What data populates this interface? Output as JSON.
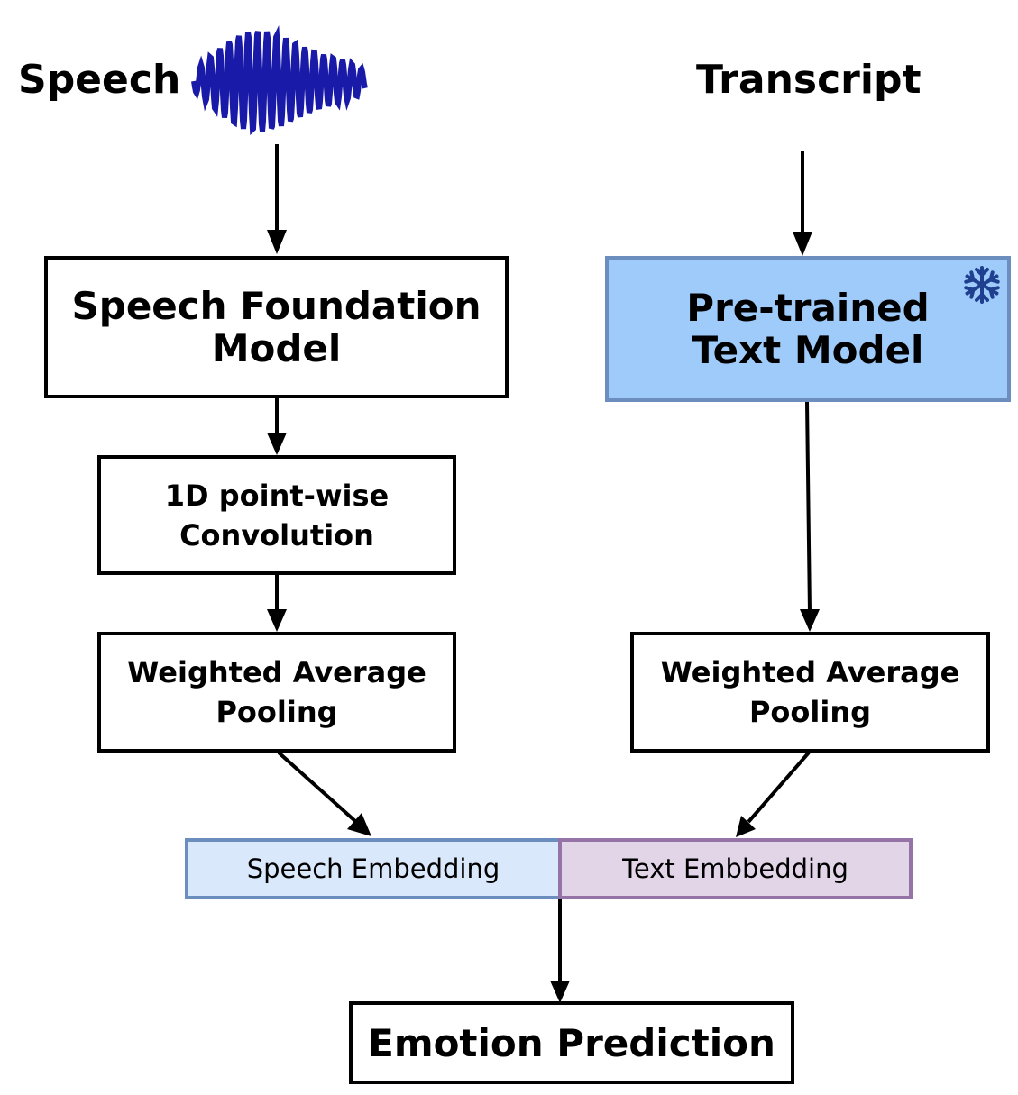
{
  "inputs": {
    "speech_label": "Speech",
    "transcript_label": "Transcript"
  },
  "boxes": {
    "speech_foundation": [
      "Speech Foundation",
      "Model"
    ],
    "pretrained_text": [
      "Pre-trained",
      "Text Model"
    ],
    "conv": [
      "1D point-wise",
      "Convolution"
    ],
    "pool_speech": [
      "Weighted Average",
      "Pooling"
    ],
    "pool_text": [
      "Weighted Average",
      "Pooling"
    ],
    "emotion": "Emotion Prediction"
  },
  "embeddings": {
    "speech": "Speech Embedding",
    "text": "Text Embbedding"
  },
  "icons": {
    "frozen": "snowflake-icon",
    "waveform": "speech-waveform-icon"
  },
  "colors": {
    "pretrained_fill": "#9fcbfb",
    "pretrained_border": "#6c8ebf",
    "speech_emb_fill": "#dae8fc",
    "speech_emb_border": "#6c8ebf",
    "text_emb_fill": "#e1d5e7",
    "text_emb_border": "#9673a6",
    "waveform": "#1a1aa8",
    "snowflake": "#1f3f8f"
  }
}
